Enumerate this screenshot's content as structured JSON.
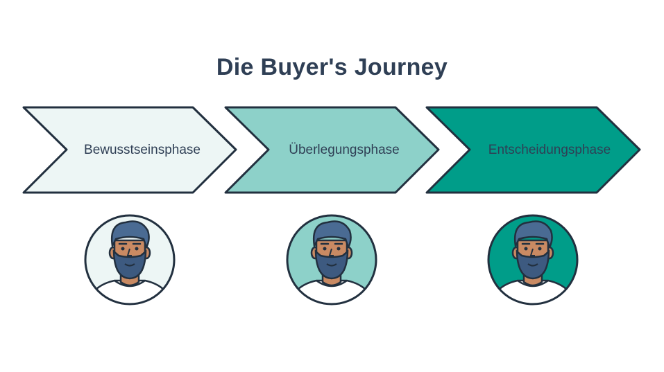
{
  "title": "Die Buyer's Journey",
  "colors": {
    "outline": "#22303f",
    "stage1": "#edf6f5",
    "stage2": "#8dd1c9",
    "stage3": "#009d89",
    "skin": "#c98a63",
    "hair": "#4a6b93",
    "beard": "#3d5a80",
    "shirt": "#ffffff"
  },
  "stages": [
    {
      "label": "Bewusstseinsphase",
      "fill": "#edf6f5"
    },
    {
      "label": "Überlegungsphase",
      "fill": "#8dd1c9"
    },
    {
      "label": "Entscheidungsphase",
      "fill": "#009d89"
    }
  ],
  "avatars": [
    {
      "icon": "person-avatar-icon",
      "bg": "#edf6f5"
    },
    {
      "icon": "person-avatar-icon",
      "bg": "#8dd1c9"
    },
    {
      "icon": "person-avatar-icon",
      "bg": "#009d89"
    }
  ]
}
